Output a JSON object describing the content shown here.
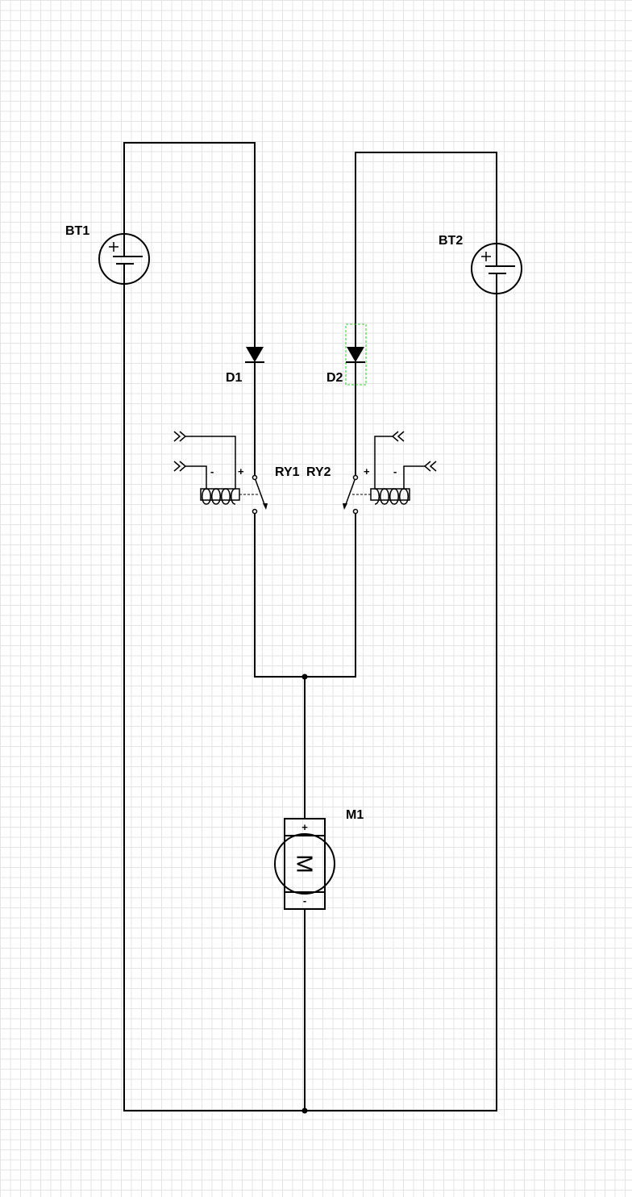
{
  "labels": {
    "bt1": "BT1",
    "bt2": "BT2",
    "d1": "D1",
    "d2": "D2",
    "ry1": "RY1",
    "ry2": "RY2",
    "m1": "M1"
  },
  "symbols": {
    "plus": "+",
    "minus": "-",
    "motor": "M"
  },
  "colors": {
    "wire": "#000000",
    "grid": "#e4e4e4",
    "selection": "#33cc33"
  }
}
